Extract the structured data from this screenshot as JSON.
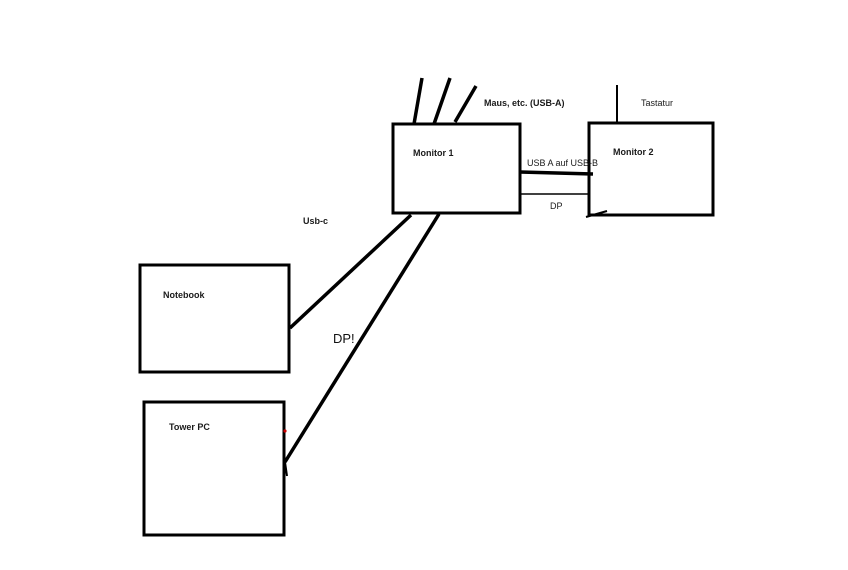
{
  "nodes": {
    "monitor1": {
      "label": "Monitor 1"
    },
    "monitor2": {
      "label": "Monitor 2"
    },
    "notebook": {
      "label": "Notebook"
    },
    "tower_pc": {
      "label": "Tower PC"
    }
  },
  "edge_labels": {
    "peripherals": "Maus, etc. (USB-A)",
    "keyboard": "Tastatur",
    "usb_link": "USB A auf USB-B",
    "dp_link": "DP",
    "usb_c": "Usb-c",
    "dp_tower": "DP!"
  },
  "colors": {
    "stroke": "#000000",
    "background": "#ffffff",
    "red_mark": "#cc0000"
  }
}
